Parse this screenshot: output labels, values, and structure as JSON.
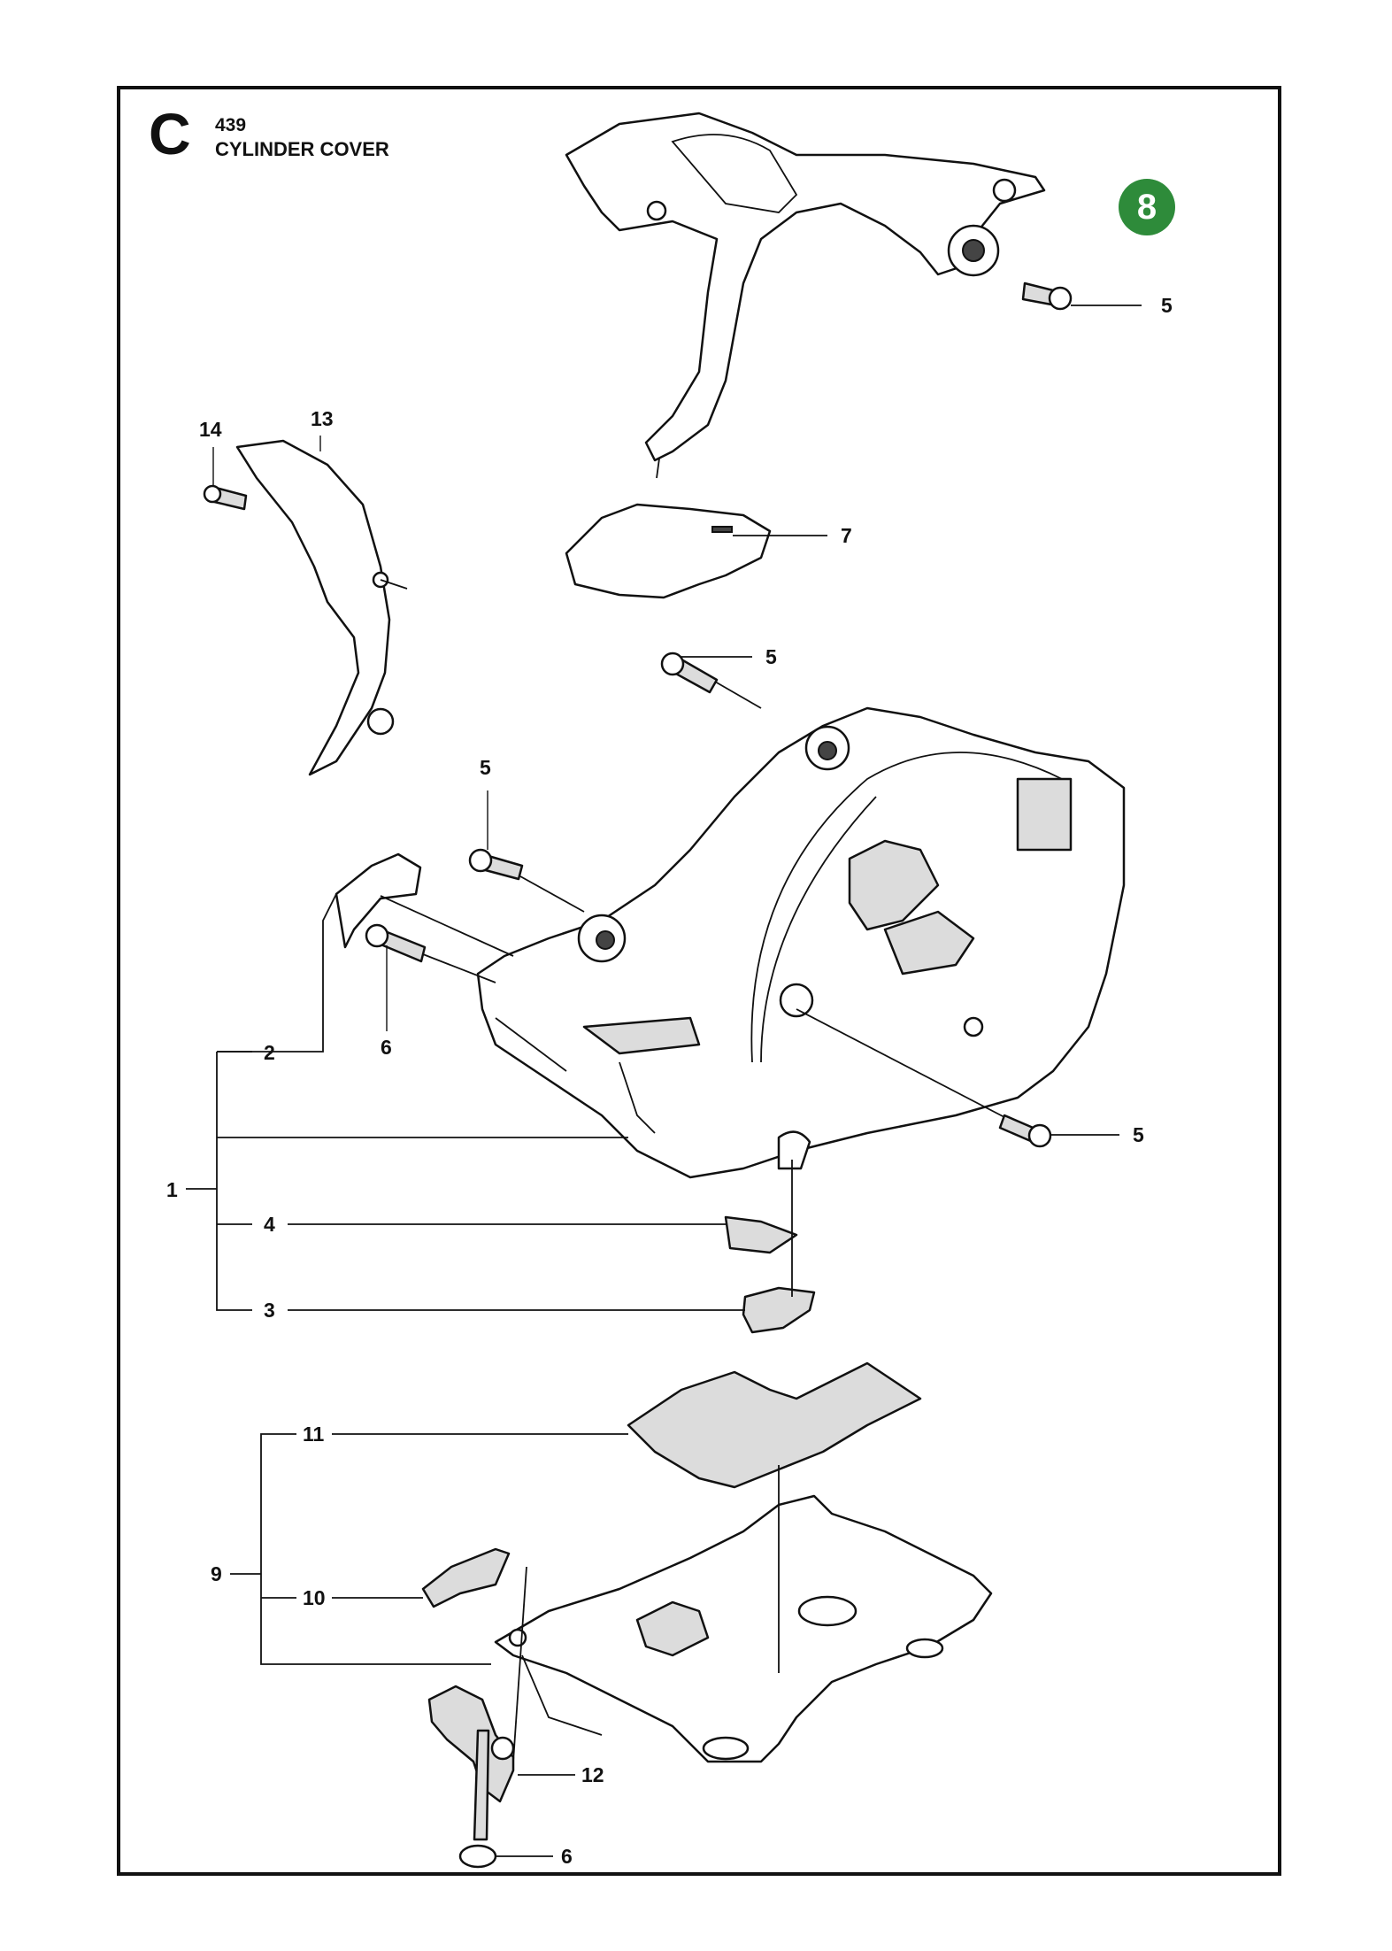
{
  "header": {
    "section_letter": "C",
    "model": "439",
    "title": "CYLINDER COVER"
  },
  "highlight": {
    "number": "8",
    "color": "#2e8b3a"
  },
  "callouts": [
    {
      "id": "5",
      "label": "5"
    },
    {
      "id": "14",
      "label": "14"
    },
    {
      "id": "13",
      "label": "13"
    },
    {
      "id": "7",
      "label": "7"
    },
    {
      "id": "5b",
      "label": "5"
    },
    {
      "id": "5c",
      "label": "5"
    },
    {
      "id": "2",
      "label": "2"
    },
    {
      "id": "6",
      "label": "6"
    },
    {
      "id": "5d",
      "label": "5"
    },
    {
      "id": "1",
      "label": "1"
    },
    {
      "id": "4",
      "label": "4"
    },
    {
      "id": "3",
      "label": "3"
    },
    {
      "id": "11",
      "label": "11"
    },
    {
      "id": "9",
      "label": "9"
    },
    {
      "id": "10",
      "label": "10"
    },
    {
      "id": "12",
      "label": "12"
    },
    {
      "id": "6b",
      "label": "6"
    }
  ]
}
